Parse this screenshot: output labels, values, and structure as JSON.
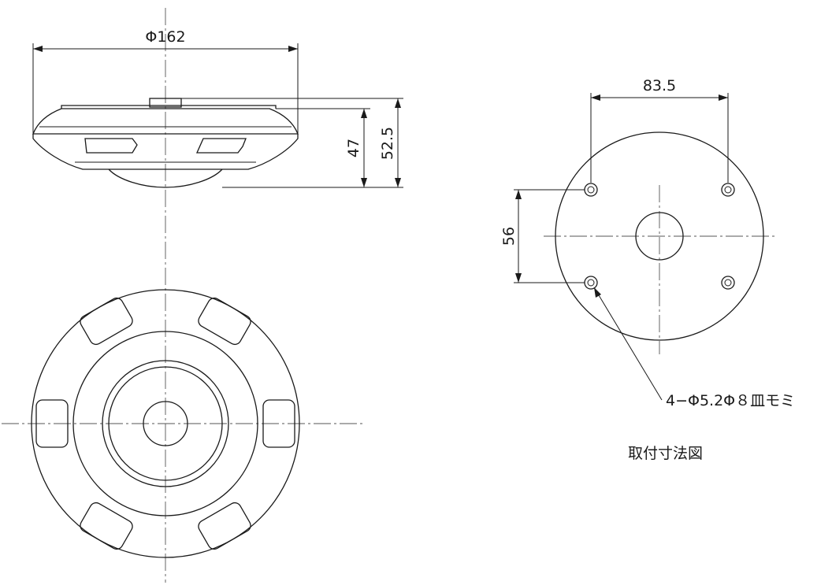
{
  "dimensions": {
    "diameter_top": "Φ162",
    "height_47": "47",
    "height_52_5": "52.5",
    "spacing_83_5": "83.5",
    "spacing_56": "56"
  },
  "mounting_note": "4−Φ5.2Φ８皿モミ",
  "caption": "取付寸法図"
}
